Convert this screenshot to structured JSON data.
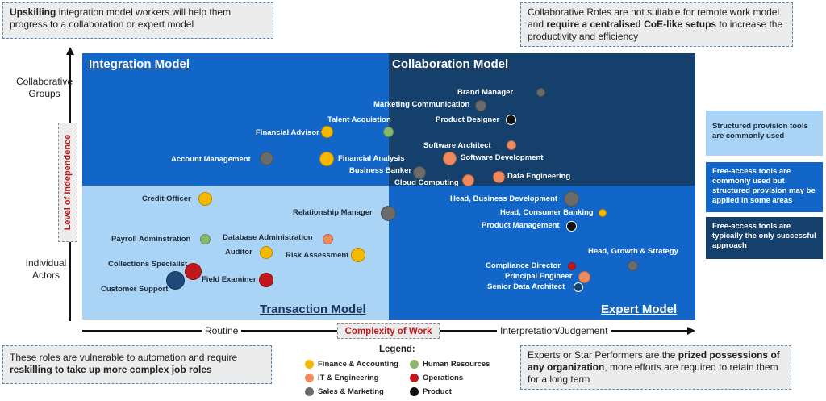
{
  "callouts": {
    "top_left": {
      "bold": "Upskilling",
      "rest": " integration model workers will help them progress to a collaboration or expert model"
    },
    "top_right": {
      "pre": "Collaborative Roles are not suitable for remote work model and ",
      "bold": "require a centralised CoE-like setups",
      "post": " to increase the productivity and efficiency"
    },
    "bottom_left": {
      "pre": "These roles are vulnerable to automation and require ",
      "bold": "reskilling to take up more complex job roles"
    },
    "bottom_right": {
      "pre": "Experts or Star Performers are the ",
      "bold": "prized possessions of any organization",
      "post": ", more efforts are required to retain them for a long term"
    }
  },
  "quadrants": {
    "integration": "Integration Model",
    "collaboration": "Collaboration Model",
    "transaction": "Transaction Model",
    "expert": "Expert Model"
  },
  "axes": {
    "y_title": "Level of Independence",
    "y_top": "Collaborative Groups",
    "y_bottom": "Individual Actors",
    "x_title": "Complexity of Work",
    "x_left": "Routine",
    "x_right": "Interpretation/Judgement"
  },
  "colors": {
    "finance": "#f5b800",
    "it": "#f08a5d",
    "sales": "#6b6b6b",
    "hr": "#8ab86a",
    "ops": "#c0191c",
    "product": "#111111",
    "navy_dark": "#15406b",
    "blue_mid": "#1266c8",
    "blue_light": "#a9d4f5"
  },
  "legend": {
    "title": "Legend:",
    "items": [
      {
        "label": "Finance & Accounting",
        "color": "#f5b800"
      },
      {
        "label": "IT & Engineering",
        "color": "#f08a5d"
      },
      {
        "label": "Sales & Marketing",
        "color": "#6b6b6b"
      },
      {
        "label": "Human Resources",
        "color": "#8ab86a"
      },
      {
        "label": "Operations",
        "color": "#c0191c"
      },
      {
        "label": "Product",
        "color": "#111111"
      }
    ]
  },
  "side_notes": [
    "Structured provision tools are commonly used",
    "Free-access tools are commonly used but structured provision may be applied in some areas",
    "Free-access tools are typically the only successful approach"
  ],
  "roles": [
    {
      "label": "Brand Manager",
      "cat": "sales"
    },
    {
      "label": "Marketing Communication",
      "cat": "sales"
    },
    {
      "label": "Product Designer",
      "cat": "product"
    },
    {
      "label": "Talent Acquistion",
      "cat": "hr"
    },
    {
      "label": "Financial Advisor",
      "cat": "finance"
    },
    {
      "label": "Software Architect",
      "cat": "it"
    },
    {
      "label": "Account Management",
      "cat": "sales"
    },
    {
      "label": "Financial Analysis",
      "cat": "finance"
    },
    {
      "label": "Software Development",
      "cat": "it"
    },
    {
      "label": "Business Banker",
      "cat": "sales"
    },
    {
      "label": "Data Engineering",
      "cat": "it"
    },
    {
      "label": "Cloud Computing",
      "cat": "it"
    },
    {
      "label": "Credit Officer",
      "cat": "finance"
    },
    {
      "label": "Head, Business Development",
      "cat": "sales"
    },
    {
      "label": "Relationship Manager",
      "cat": "sales"
    },
    {
      "label": "Head, Consumer Banking",
      "cat": "finance"
    },
    {
      "label": "Product Management",
      "cat": "product"
    },
    {
      "label": "Payroll Adminstration",
      "cat": "hr"
    },
    {
      "label": "Database Administration",
      "cat": "it"
    },
    {
      "label": "Auditor",
      "cat": "finance"
    },
    {
      "label": "Risk Assessment",
      "cat": "finance"
    },
    {
      "label": "Head, Growth & Strategy",
      "cat": "sales"
    },
    {
      "label": "Collections Specialist",
      "cat": "ops"
    },
    {
      "label": "Compliance Director",
      "cat": "ops"
    },
    {
      "label": "Principal Engineer",
      "cat": "it"
    },
    {
      "label": "Field Examiner",
      "cat": "ops"
    },
    {
      "label": "Customer Support",
      "cat": "product"
    },
    {
      "label": "Senior Data Architect",
      "cat": "product"
    }
  ]
}
